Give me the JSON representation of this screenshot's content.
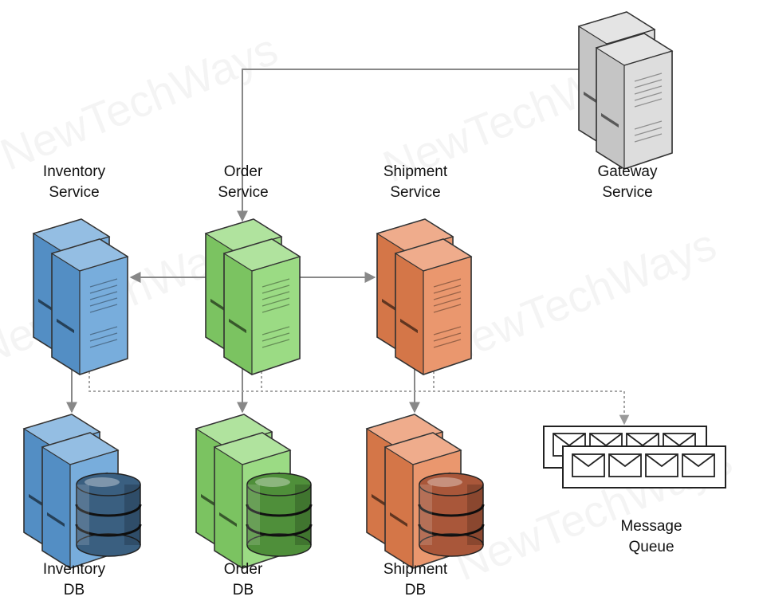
{
  "watermark": "NewTechWays",
  "nodes": {
    "gateway": {
      "line1": "Gateway",
      "line2": "Service",
      "color": "#d4d4d4"
    },
    "inventory_service": {
      "line1": "Inventory",
      "line2": "Service",
      "color": "#5b9bd5"
    },
    "order_service": {
      "line1": "Order",
      "line2": "Service",
      "color": "#86d46a"
    },
    "shipment_service": {
      "line1": "Shipment",
      "line2": "Service",
      "color": "#e6804f"
    },
    "inventory_db": {
      "line1": "Inventory",
      "line2": "DB",
      "color": "#5b9bd5"
    },
    "order_db": {
      "line1": "Order",
      "line2": "DB",
      "color": "#86d46a"
    },
    "shipment_db": {
      "line1": "Shipment",
      "line2": "DB",
      "color": "#e6804f"
    },
    "message_queue": {
      "line1": "Message",
      "line2": "Queue",
      "color": "#ffffff"
    }
  },
  "colors": {
    "arrow": "#888888",
    "dashed": "#9a9a9a",
    "db_blue": "#3a5f80",
    "db_green": "#4f8f3a",
    "db_orange": "#a9573a"
  }
}
